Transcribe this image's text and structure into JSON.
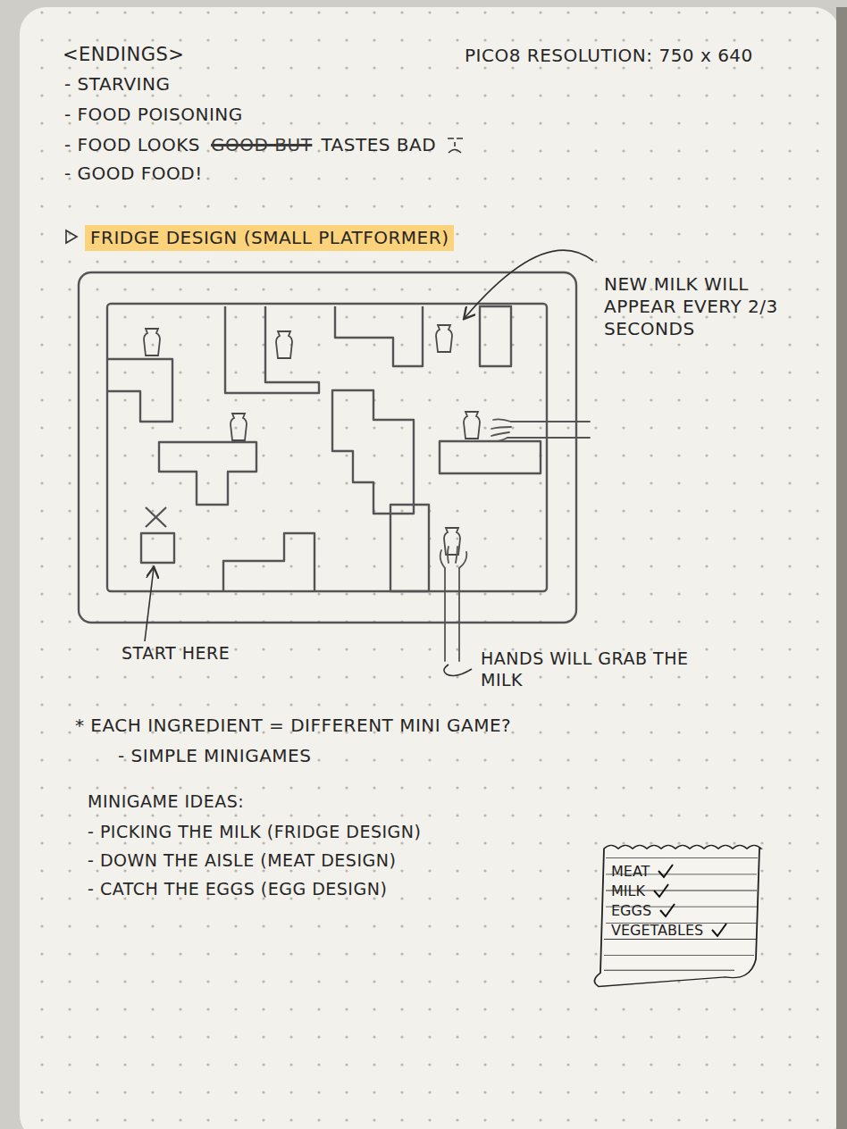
{
  "diagram": {
    "nodes": [
      {
        "text": [
          "MEAT",
          "MILK",
          "EGGS",
          "VEGETABLES"
        ]
      }
    ],
    "labels": [
      "<ENDINGS>",
      "- STARVING",
      "- FOOD POISONING",
      "- FOOD LOOKS",
      "GOOD BUT",
      "TASTES BAD",
      "- GOOD FOOD!",
      "PICO8 RESOLUTION: 750 x 640",
      "FRIDGE DESIGN (SMALL PLATFORMER)",
      "NEW MILK WILL APPEAR EVERY 2/3 SECONDS",
      "START HERE",
      "HANDS WILL GRAB THE MILK",
      "* EACH INGREDIENT = DIFFERENT MINI GAME?",
      "- SIMPLE MINIGAMES",
      "MINIGAME IDEAS:",
      "- PICKING THE MILK (FRIDGE DESIGN)",
      "- DOWN THE AISLE (MEAT DESIGN)",
      "- CATCH THE EGGS (EGG DESIGN)"
    ]
  }
}
